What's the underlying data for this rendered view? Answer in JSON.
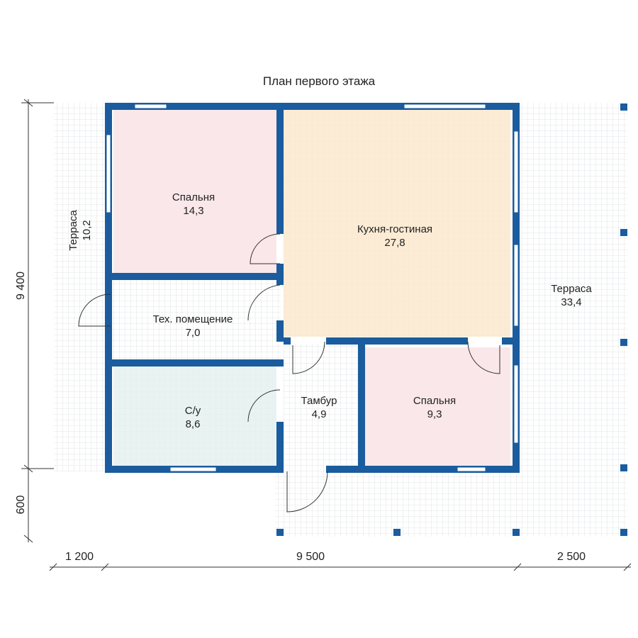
{
  "title": "План первого этажа",
  "colors": {
    "wall": "#1a5c9e",
    "tile_grid": "#d9dde0",
    "bedroom_fill": "#f9e7ea",
    "kitchen_fill": "#fbe6cc",
    "bathroom_fill": "#e3f0ef",
    "dimension_line": "#333333"
  },
  "rooms": {
    "bedroom_1": {
      "name": "Спальня",
      "area": "14,3"
    },
    "kitchen_living": {
      "name": "Кухня-гостиная",
      "area": "27,8"
    },
    "tech_room": {
      "name": "Тех. помещение",
      "area": "7,0"
    },
    "bathroom": {
      "name": "С/у",
      "area": "8,6"
    },
    "vestibule": {
      "name": "Тамбур",
      "area": "4,9"
    },
    "bedroom_2": {
      "name": "Спальня",
      "area": "9,3"
    },
    "terrace_left": {
      "name": "Терраса",
      "area": "10,2"
    },
    "terrace_right": {
      "name": "Терраса",
      "area": "33,4"
    }
  },
  "dimensions": {
    "height_main": "9 400",
    "height_porch": "600",
    "width_left": "1 200",
    "width_main": "9 500",
    "width_right": "2 500"
  }
}
